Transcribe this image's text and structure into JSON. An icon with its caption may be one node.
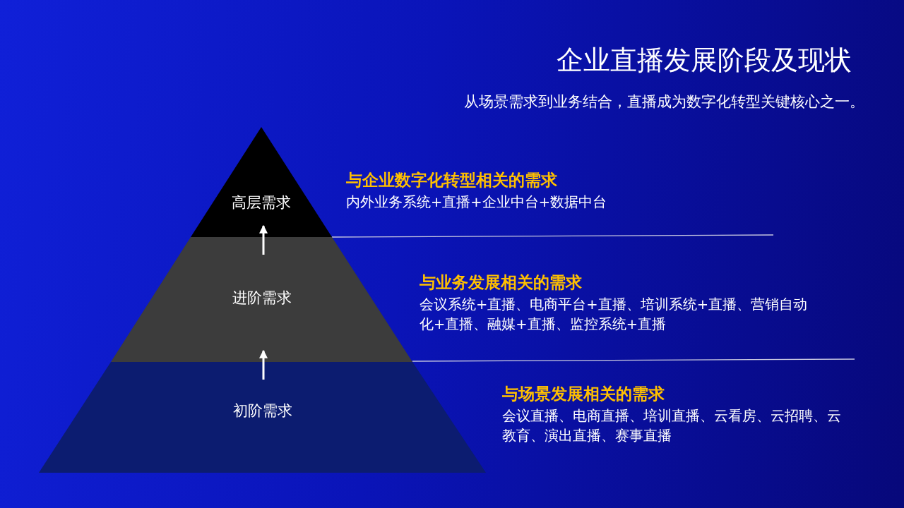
{
  "diagram": {
    "title": "企业直播发展阶段及现状",
    "nodes": [
      {
        "text": [
          "高层需求"
        ],
        "beside": [
          "与企业数字化转型相关的需求",
          "内外业务系统+直播+企业中台+数据中台"
        ]
      },
      {
        "text": [
          "进阶需求"
        ],
        "beside": [
          "与业务发展相关的需求",
          "会议系统+直播、电商平台+直播、培训系统+直播、营销自动化+直播、融媒+直播、监控系统+直播"
        ]
      },
      {
        "text": [
          "初阶需求"
        ],
        "beside": [
          "与场景发展相关的需求",
          "会议直播、电商直播、培训直播、云看房、云招聘、云教育、演出直播、赛事直播"
        ]
      }
    ],
    "edges": [
      {
        "from": 1,
        "to": 0,
        "arrow": "to"
      },
      {
        "from": 2,
        "to": 1,
        "arrow": "to"
      }
    ],
    "labels": [
      "从场景需求到业务结合，直播成为数字化转型关键核心之一。"
    ]
  }
}
